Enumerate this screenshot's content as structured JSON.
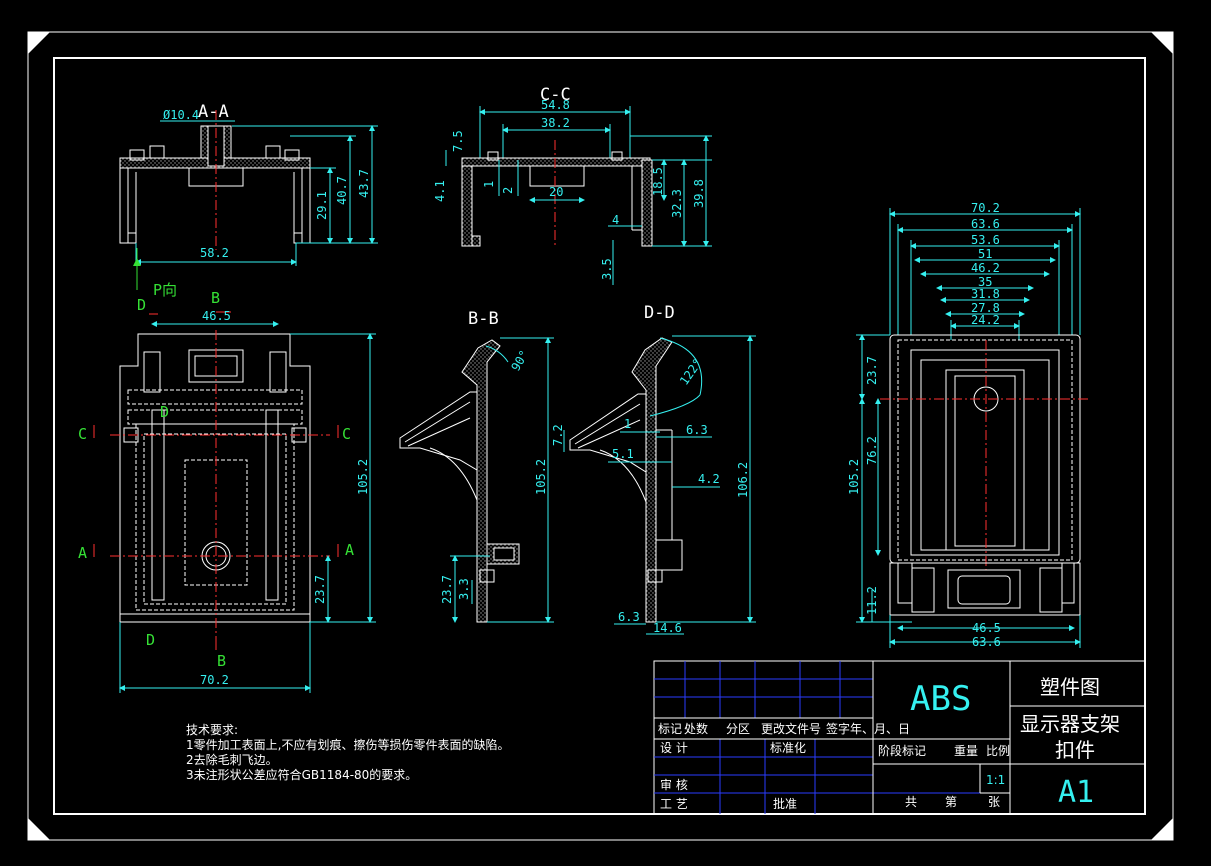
{
  "drawing": {
    "material": "ABS",
    "title_type": "塑件图",
    "part_name_line1": "显示器支架",
    "part_name_line2": "扣件",
    "sheet_size": "A1",
    "scale": "1:1"
  },
  "title_block": {
    "row1": [
      "标记",
      "处数",
      "分区",
      "更改文件号",
      "签字",
      "年、月、日"
    ],
    "design": "设 计",
    "standard": "标准化",
    "stage_mark": "阶段标记",
    "weight": "重量",
    "ratio": "比例",
    "review": "审 核",
    "process": "工 艺",
    "approve": "批准",
    "total": "共",
    "sheets": "张",
    "page": "第"
  },
  "notes": {
    "heading": "技术要求:",
    "items": [
      "1零件加工表面上,不应有划痕、擦伤等损伤零件表面的缺陷。",
      "2去除毛刺飞边。",
      "3未注形状公差应符合GB1184-80的要求。"
    ]
  },
  "section_labels": {
    "aa": "A-A",
    "cc": "C-C",
    "bb": "B-B",
    "dd": "D-D",
    "p_view": "P向",
    "a": "A",
    "b": "B",
    "c": "C",
    "d": "D"
  },
  "dims": {
    "aa": {
      "dia": "Ø10.4",
      "w": "58.2",
      "h1": "29.1",
      "h2": "40.7",
      "h3": "43.7"
    },
    "cc": {
      "w1": "54.8",
      "w2": "38.2",
      "w3": "20",
      "h1": "7.5",
      "h2": "4.1",
      "h3": "1",
      "h4": "2",
      "h5": "18.5",
      "h6": "32.3",
      "h7": "39.8",
      "h8": "4",
      "h9": "3.5"
    },
    "front": {
      "w1": "46.5",
      "w2": "70.2",
      "h1": "105.2",
      "h2": "23.7"
    },
    "bb": {
      "ang": "90°",
      "h1": "105.2",
      "h2": "23.7",
      "h3": "3.3"
    },
    "dd": {
      "ang": "122°",
      "h1": "106.2",
      "w1": "1",
      "w2": "6.3",
      "w3": "5.1",
      "w4": "4.2",
      "w5": "7.2",
      "w6": "6.3",
      "w7": "14.6"
    },
    "side": {
      "w1": "70.2",
      "w2": "63.6",
      "w3": "53.6",
      "w4": "51",
      "w5": "46.2",
      "w6": "35",
      "w7": "31.8",
      "w8": "27.8",
      "w9": "24.2",
      "h1": "23.7",
      "h2": "76.2",
      "h3": "105.2",
      "h4": "11.2",
      "b1": "46.5",
      "b2": "63.6"
    }
  },
  "colors": {
    "background": "#000000",
    "border": "#ffffff",
    "dimension": "#35f0f0",
    "section_mark": "#35e035",
    "centerline": "#ff3030",
    "hatch": "#9a9a9a",
    "table_grid": "#2a3cff"
  }
}
